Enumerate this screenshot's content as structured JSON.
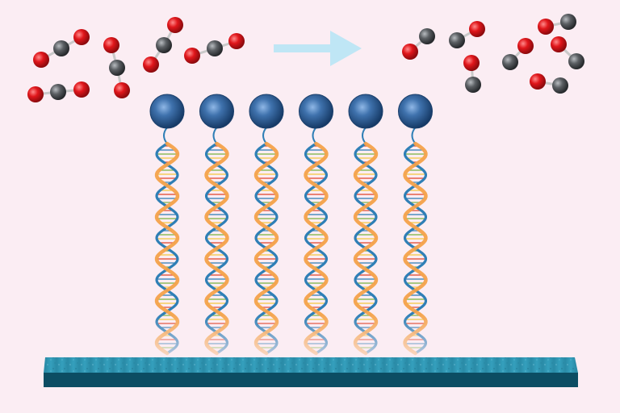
{
  "diagram": {
    "background": "#fbedf3",
    "colors": {
      "oxygen": "#e0161b",
      "carbon": "#4a4d51",
      "bond": "#c9c9c9",
      "arrow": "#bfe6f5",
      "nanoparticle": "#2c5c94",
      "substrate_top": "#2b8fab",
      "substrate_front": "#0c4d63",
      "dna_strand_a": "#f4a24a",
      "dna_strand_b": "#2f7fb6",
      "base_pairs": [
        "#e0472e",
        "#2f7fb6",
        "#7cb342",
        "#f2c744"
      ]
    },
    "reactant_molecules": [
      {
        "atoms": [
          "oxygen",
          "carbon",
          "oxygen"
        ],
        "shape": "linear-bent"
      },
      {
        "atoms": [
          "oxygen",
          "carbon",
          "oxygen"
        ],
        "shape": "bent"
      },
      {
        "atoms": [
          "oxygen",
          "carbon",
          "oxygen"
        ],
        "shape": "linear"
      },
      {
        "atoms": [
          "oxygen",
          "carbon",
          "oxygen"
        ],
        "shape": "bent"
      },
      {
        "atoms": [
          "oxygen",
          "carbon",
          "oxygen"
        ],
        "shape": "linear"
      }
    ],
    "product_molecules": [
      {
        "atoms": [
          "oxygen",
          "carbon"
        ]
      },
      {
        "atoms": [
          "carbon",
          "oxygen"
        ]
      },
      {
        "atoms": [
          "oxygen",
          "carbon"
        ]
      },
      {
        "atoms": [
          "carbon",
          "oxygen"
        ]
      },
      {
        "atoms": [
          "oxygen",
          "carbon"
        ]
      },
      {
        "atoms": [
          "oxygen",
          "carbon"
        ]
      },
      {
        "atoms": [
          "oxygen",
          "carbon"
        ]
      }
    ],
    "dna_strand_count": 6,
    "nanoparticle_count": 6,
    "arrow_direction": "right"
  }
}
